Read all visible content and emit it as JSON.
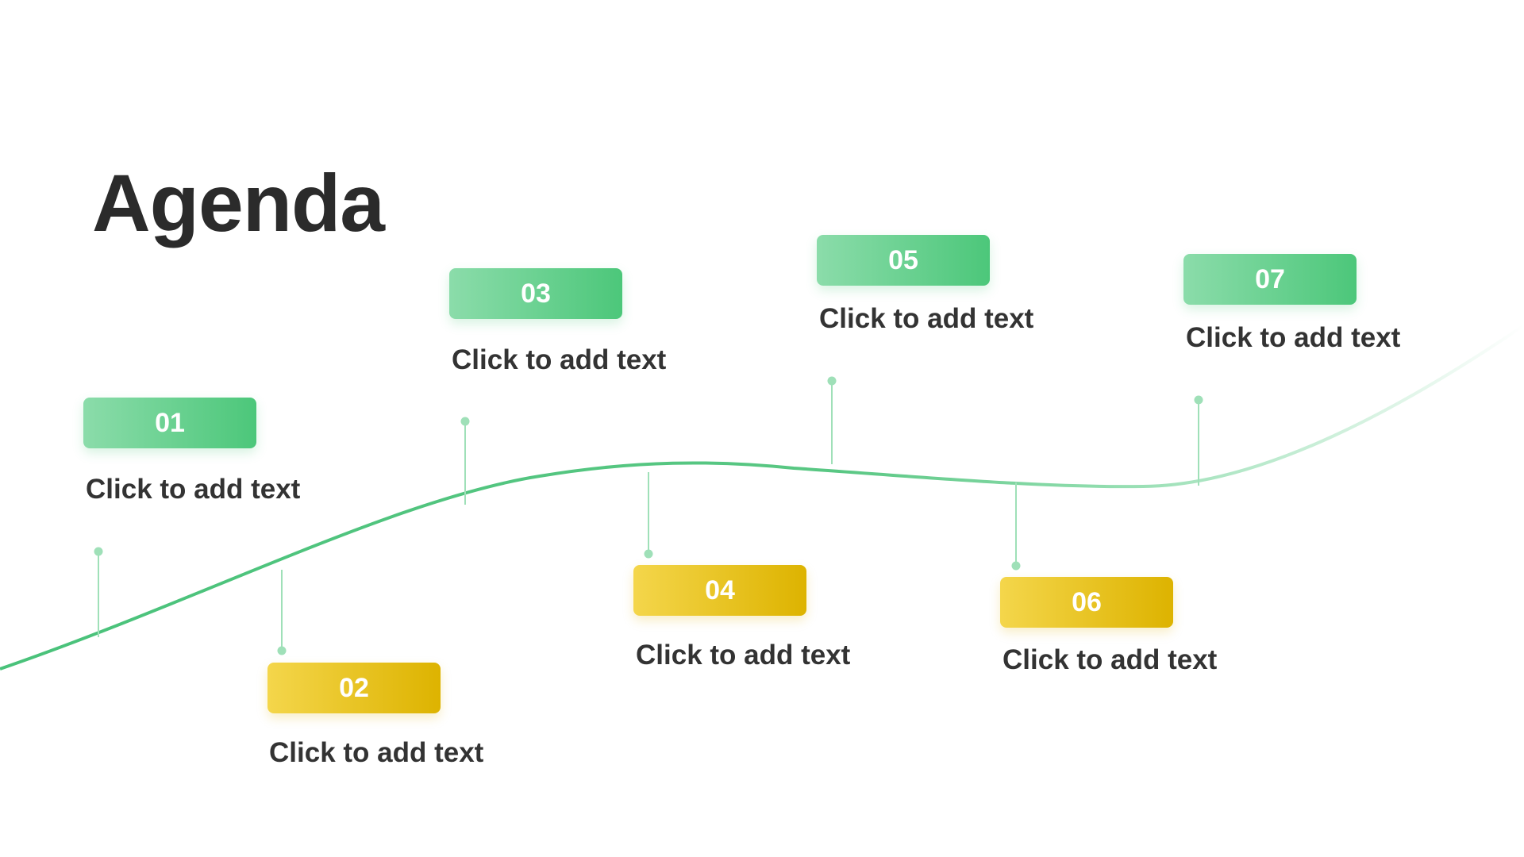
{
  "title": "Agenda",
  "colors": {
    "green": "#4cc77a",
    "green_light": "#8bdcaa",
    "yellow": "#ddb300",
    "yellow_light": "#f4d64b",
    "text": "#333333",
    "title": "#2b2b2b"
  },
  "items": [
    {
      "number": "01",
      "text": "Click to add text",
      "color": "green"
    },
    {
      "number": "02",
      "text": "Click to add text",
      "color": "yellow"
    },
    {
      "number": "03",
      "text": "Click to add text",
      "color": "green"
    },
    {
      "number": "04",
      "text": "Click to add text",
      "color": "yellow"
    },
    {
      "number": "05",
      "text": "Click to add text",
      "color": "green"
    },
    {
      "number": "06",
      "text": "Click to add text",
      "color": "yellow"
    },
    {
      "number": "07",
      "text": "Click to add text",
      "color": "green"
    }
  ]
}
